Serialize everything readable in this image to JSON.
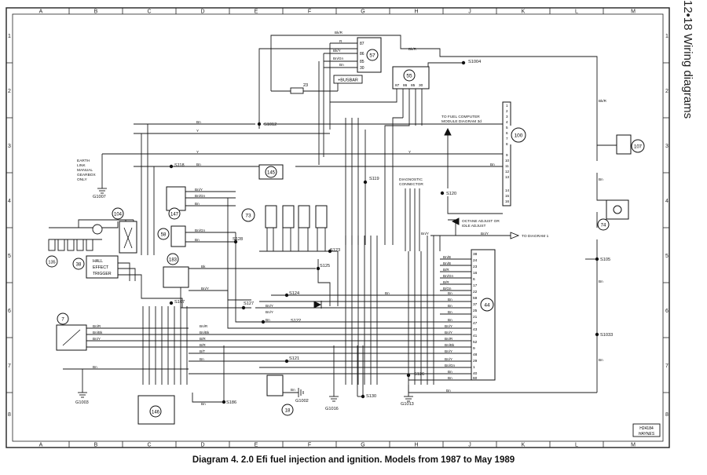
{
  "header": {
    "section": "12•18 Wiring diagrams"
  },
  "caption": "Diagram 4. 2.0 Efi fuel injection and ignition. Models from 1987 to May 1989",
  "grid": {
    "columns": [
      "A",
      "B",
      "C",
      "D",
      "E",
      "F",
      "G",
      "H",
      "J",
      "K",
      "L",
      "M"
    ],
    "rows": [
      "1",
      "2",
      "3",
      "4",
      "5",
      "6",
      "7",
      "8"
    ]
  },
  "ref_code": "H24184",
  "publisher": "HAYNES",
  "components": {
    "c57": "57",
    "c55": "55",
    "c100": "100",
    "c107": "107",
    "c74": "74",
    "c145": "145",
    "c104": "104",
    "c147": "147",
    "c73": "73",
    "c58": "58",
    "c183": "183",
    "c38": "38",
    "c135": "135",
    "c7": "7",
    "c44": "44",
    "c146": "146",
    "c18": "18"
  },
  "splices": {
    "s1004": "S1004",
    "s1012": "S1012",
    "s118": "S118",
    "s119": "S119",
    "s120": "S120",
    "s128": "S128",
    "s123": "S123",
    "s125": "S125",
    "s124": "S124",
    "s127": "S127",
    "s107": "S107",
    "s122": "S122",
    "s121": "S121",
    "s126": "S126",
    "s130": "S130",
    "s186": "S186",
    "s105": "S105",
    "s1033": "S1033"
  },
  "grounds": {
    "g1007": "G1007",
    "g1003": "G1003",
    "g1002": "G1002",
    "g1016": "G1016",
    "g1013": "G1013"
  },
  "annotations": {
    "earth_link": [
      "EARTH",
      "LINK",
      "MANUAL",
      "GEARBOX",
      "ONLY"
    ],
    "fuel_computer": [
      "TO FUEL COMPUTER",
      "MODULE DIAGRAM 3d"
    ],
    "diag_connector": [
      "DIAGNOSTIC",
      "CONNECTOR"
    ],
    "octane": [
      "OCTANE ADJUST OR",
      "IDLE ADJUST"
    ],
    "to_diagram": "TO DIAGRAM 1",
    "hall": [
      "HALL",
      "EFFECT",
      "TRIGGER"
    ],
    "busbar": "+BUSBAR",
    "fuse": "23"
  },
  "relay57_pins": [
    "87",
    "86",
    "85",
    "30"
  ],
  "relay55_pins": [
    "87",
    "86",
    "85",
    "30"
  ],
  "module100_pins": [
    "1",
    "2",
    "3",
    "4",
    "5",
    "6",
    "7",
    "8",
    "9",
    "10",
    "11",
    "12",
    "13",
    "14",
    "15",
    "16"
  ],
  "module44_pins": [
    "38",
    "24",
    "23",
    "16",
    "6",
    "17",
    "22",
    "59",
    "37",
    "25",
    "21",
    "47",
    "43",
    "41",
    "52",
    "9",
    "48",
    "29",
    "1",
    "40",
    "60"
  ],
  "wire_labels": {
    "top_bkr": "Bk/R",
    "top_r": "R",
    "top_bky": "Bk/Y",
    "top_bngn": "Bn/Gn",
    "top_bn": "Bn",
    "top_bkr2": "Bk/R",
    "r1_bn": "Bn",
    "r1_y": "Y",
    "r2_y": "Y",
    "r2_bn": "Bn",
    "r2_y2": "Y",
    "r2_bn2": "Bn",
    "c147_a": "Bn/Y",
    "c147_b": "Bn/Gn",
    "c147_c": "Bn",
    "c58_a": "Bn/Gn",
    "c58_b": "Bn",
    "c183_a": "Bk",
    "c183_b": "Bn/Y",
    "c7_a": "Bn/R",
    "c7_b": "Bn/Bk",
    "c7_c": "Bn/Y",
    "c7_d": "Bn",
    "mid_bnr": "Bn/R",
    "mid_bnbk": "Bn/Bk",
    "mid_br": "B/R",
    "mid_br2": "B/R",
    "mid_bt": "B/T",
    "mid_bn": "Bn",
    "mid_bny": "Bn/Y",
    "mid_bn2": "Bn",
    "mid_bny2": "Bn/Y",
    "e44_1": "Bn/B",
    "e44_2": "Bn/B",
    "e44_3": "B/R",
    "e44_4": "Bn/Gn",
    "e44_5": "B/R",
    "e44_6": "B/Gn",
    "e44_7": "Bn",
    "e44_8": "Bn",
    "e44_9": "Bn",
    "e44_10": "Bn",
    "e44_11": "Bn",
    "e44_12": "Bn/Y",
    "e44_13": "Bn/Y",
    "e44_14": "Bn/R",
    "e44_15": "Bn/Bk",
    "e44_16": "Bn/Y",
    "e44_17": "Bn/Y",
    "e44_18": "Bn/Gn",
    "e44_19": "Bn",
    "e44_20": "Bn",
    "e44_21": "Bn",
    "bot_bn": "Bn",
    "bot_bn2": "Bn",
    "bot_bn3": "Bn",
    "right_bkr": "Bk/R",
    "right_bn": "Bn",
    "right_bn2": "Bn",
    "right_bn3": "Bn",
    "bny_diag": "Bn/Y",
    "to_diag_bny": "Bn/Y"
  }
}
